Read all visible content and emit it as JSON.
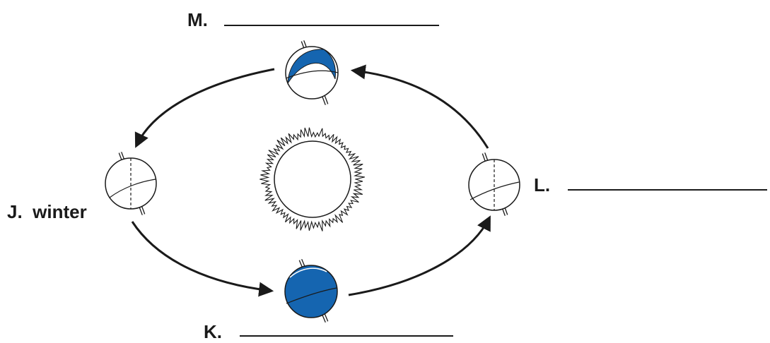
{
  "labels": {
    "m": {
      "letter": "M.",
      "answer": ""
    },
    "l": {
      "letter": "L.",
      "answer": ""
    },
    "j": {
      "letter": "J.",
      "answer": "winter"
    },
    "k": {
      "letter": "K.",
      "answer": ""
    }
  },
  "colors": {
    "ink": "#1a1a1a",
    "shade": "#1565b0",
    "background": "#ffffff"
  },
  "icons": {
    "sun": "sun-icon",
    "earth": "earth-globe-icon",
    "arrow": "orbit-arrow-icon"
  }
}
